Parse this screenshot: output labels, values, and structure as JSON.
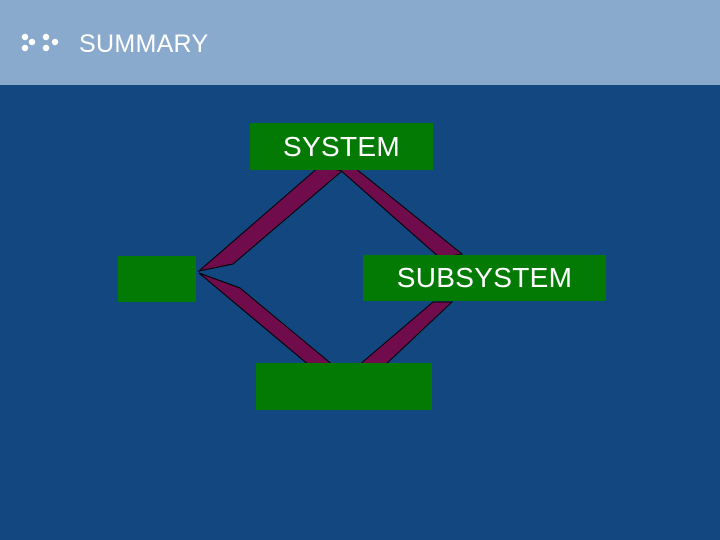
{
  "header": {
    "title": "SUMMARY",
    "logo_icon": "dots-logo-icon",
    "background_color": "#89a9cd"
  },
  "slide": {
    "background_color": "#134780"
  },
  "diagram": {
    "box_color": "#037a04",
    "connector_color": "#710c4c",
    "boxes": {
      "system": "SYSTEM",
      "subsystem": "SUBSYSTEM",
      "left": "",
      "bottom": ""
    }
  }
}
